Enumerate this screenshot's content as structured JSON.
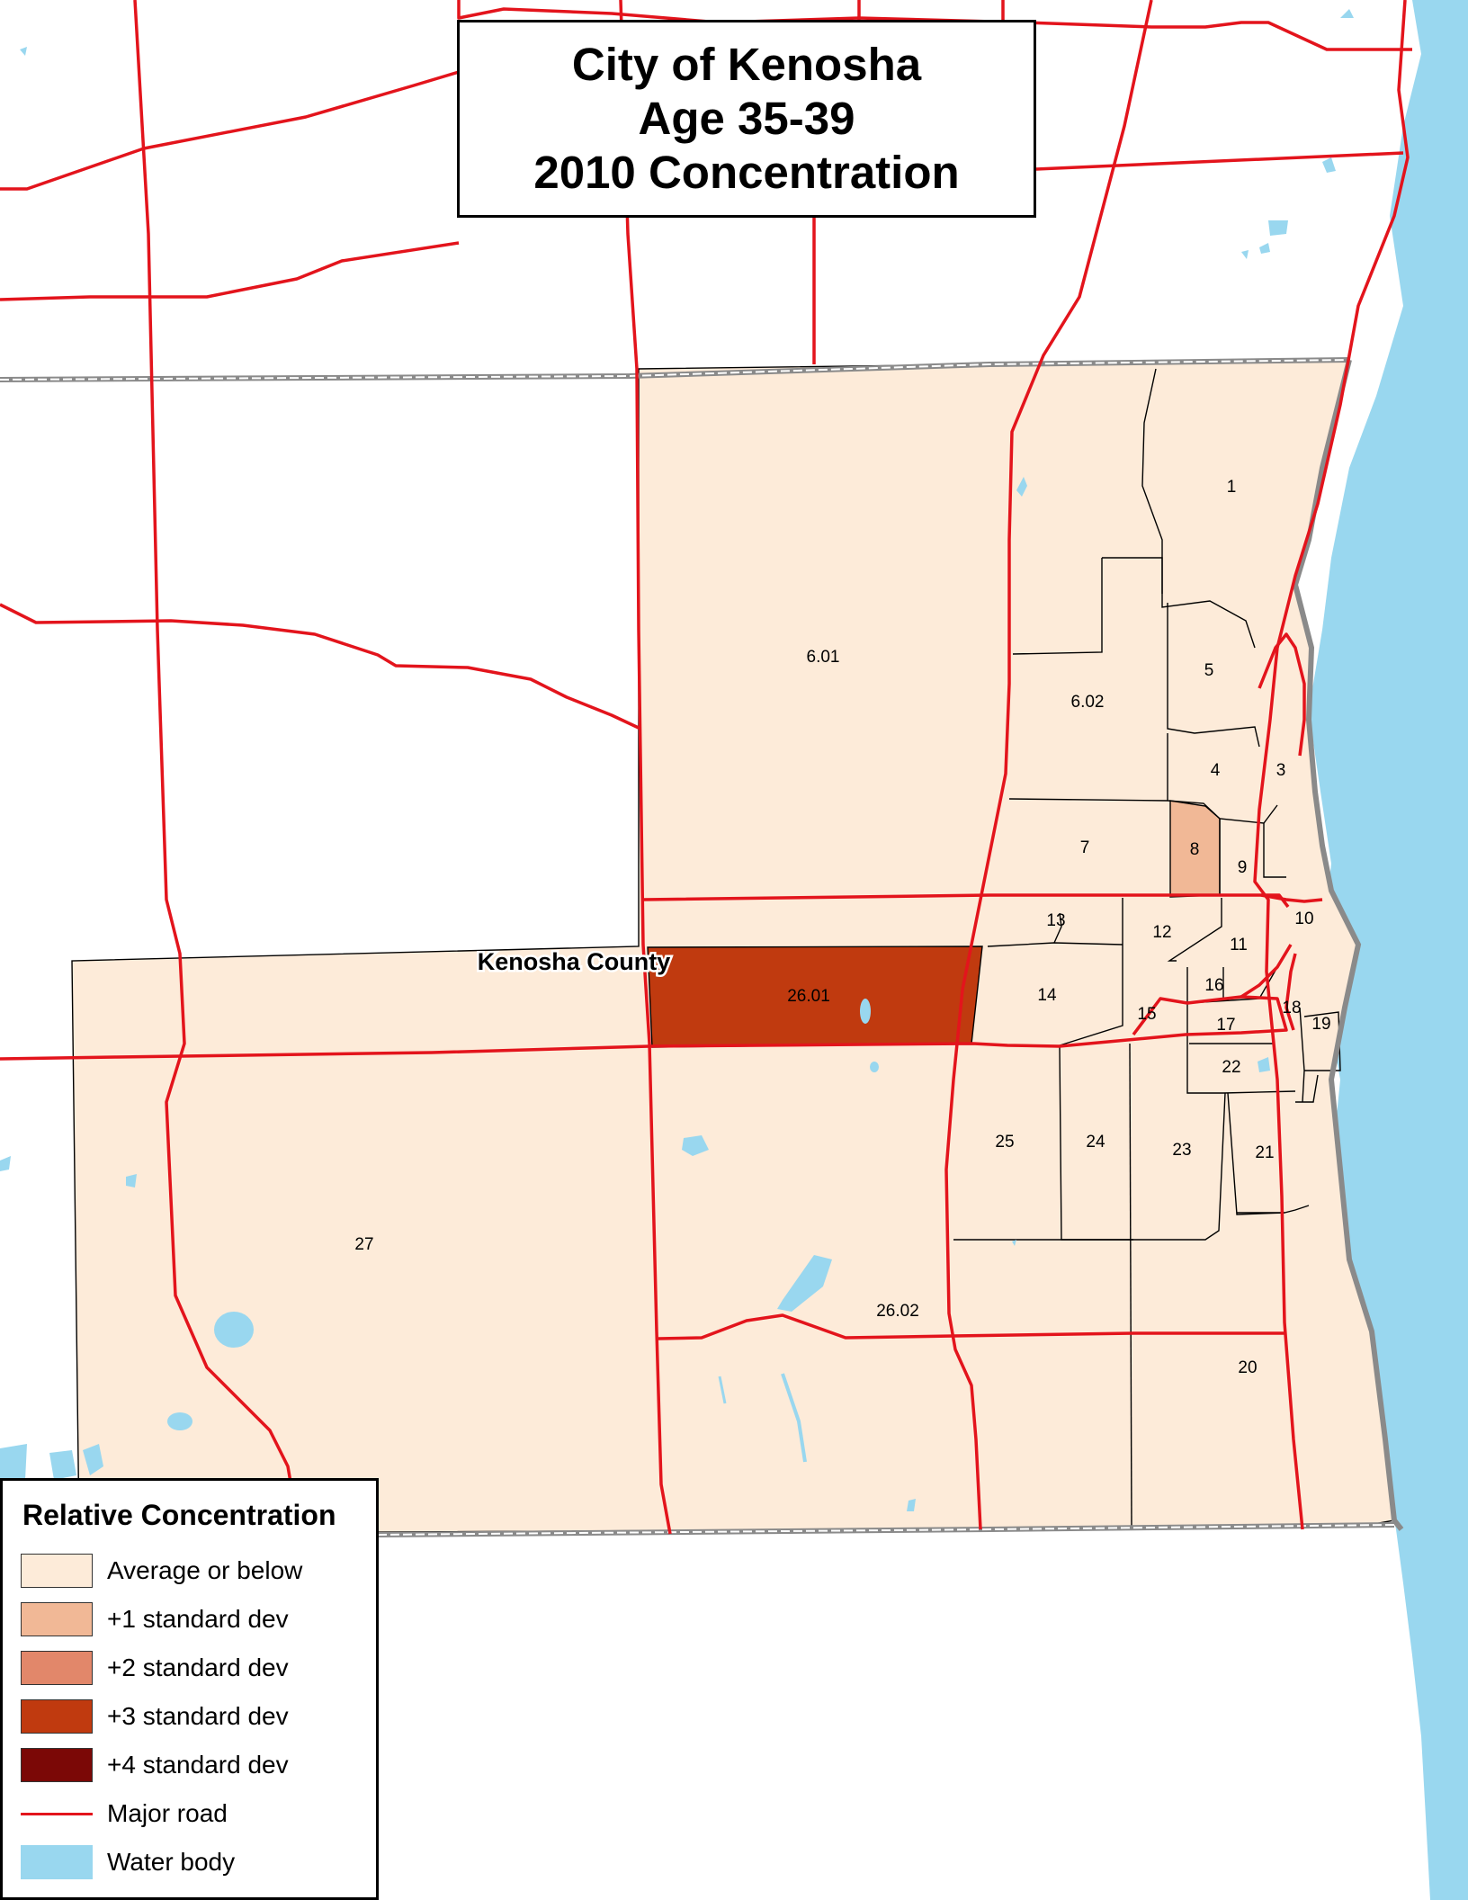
{
  "title": {
    "line1": "City of Kenosha",
    "line2": "Age 35-39",
    "line3": "2010 Concentration"
  },
  "county_label": "Kenosha County",
  "colors": {
    "average": "#fdebd9",
    "sd1": "#f1b896",
    "sd2": "#e2876a",
    "sd3": "#c03a0f",
    "sd4": "#7b0806",
    "road": "#e3141c",
    "water": "#99d7ef",
    "county_line": "#8a8a8a"
  },
  "legend": {
    "title": "Relative Concentration",
    "items": [
      {
        "label": "Average or below",
        "kind": "fill",
        "color": "#fdebd9"
      },
      {
        "label": "+1 standard dev",
        "kind": "fill",
        "color": "#f1b896"
      },
      {
        "label": "+2 standard dev",
        "kind": "fill",
        "color": "#e2876a"
      },
      {
        "label": "+3 standard dev",
        "kind": "fill",
        "color": "#c03a0f"
      },
      {
        "label": "+4 standard dev",
        "kind": "fill",
        "color": "#7b0806"
      },
      {
        "label": "Major road",
        "kind": "line",
        "color": "#e3141c"
      },
      {
        "label": "Water body",
        "kind": "fill",
        "color": "#99d7ef"
      }
    ]
  },
  "tracts": [
    {
      "id": "1",
      "class": "average"
    },
    {
      "id": "3",
      "class": "average"
    },
    {
      "id": "4",
      "class": "average"
    },
    {
      "id": "5",
      "class": "average"
    },
    {
      "id": "6.01",
      "class": "average"
    },
    {
      "id": "6.02",
      "class": "average"
    },
    {
      "id": "7",
      "class": "average"
    },
    {
      "id": "8",
      "class": "sd1"
    },
    {
      "id": "9",
      "class": "average"
    },
    {
      "id": "10",
      "class": "average"
    },
    {
      "id": "11",
      "class": "average"
    },
    {
      "id": "12",
      "class": "average"
    },
    {
      "id": "13",
      "class": "average"
    },
    {
      "id": "14",
      "class": "average"
    },
    {
      "id": "15",
      "class": "average"
    },
    {
      "id": "16",
      "class": "average"
    },
    {
      "id": "17",
      "class": "average"
    },
    {
      "id": "18",
      "class": "average"
    },
    {
      "id": "19",
      "class": "average"
    },
    {
      "id": "20",
      "class": "average"
    },
    {
      "id": "21",
      "class": "average"
    },
    {
      "id": "22",
      "class": "average"
    },
    {
      "id": "23",
      "class": "average"
    },
    {
      "id": "24",
      "class": "average"
    },
    {
      "id": "25",
      "class": "average"
    },
    {
      "id": "26.01",
      "class": "sd3"
    },
    {
      "id": "26.02",
      "class": "average"
    },
    {
      "id": "27",
      "class": "average"
    }
  ]
}
